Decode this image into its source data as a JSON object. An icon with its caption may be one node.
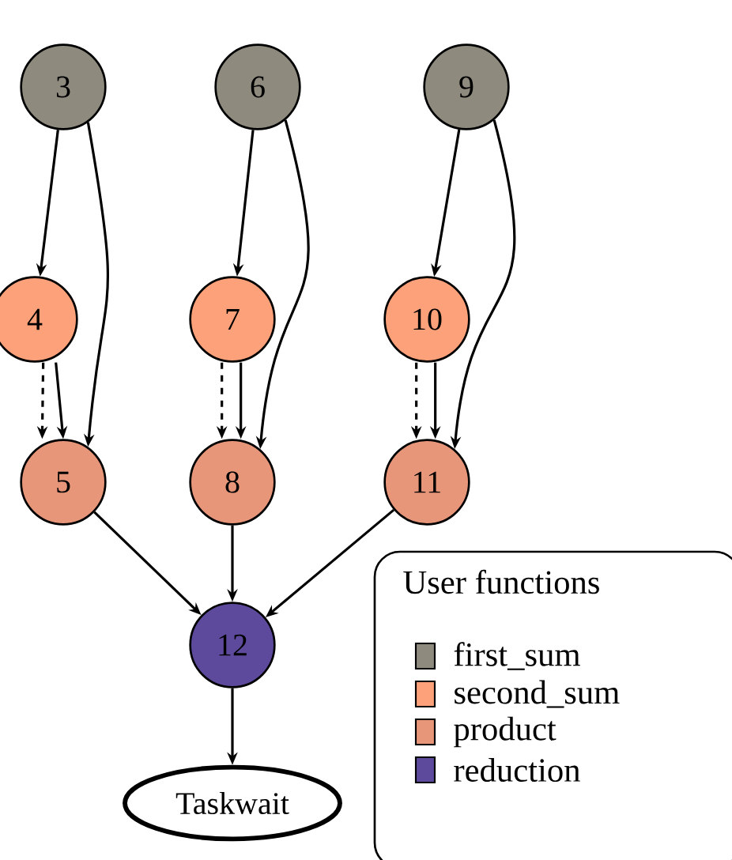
{
  "diagram": {
    "nodes": [
      {
        "text": [
          "3"
        ]
      },
      {
        "text": [
          "6"
        ]
      },
      {
        "text": [
          "9"
        ]
      },
      {
        "text": [
          "4"
        ]
      },
      {
        "text": [
          "7"
        ]
      },
      {
        "text": [
          "10"
        ]
      },
      {
        "text": [
          "5"
        ]
      },
      {
        "text": [
          "8"
        ]
      },
      {
        "text": [
          "11"
        ]
      },
      {
        "text": [
          "12"
        ]
      },
      {
        "text": [
          "Taskwait"
        ]
      }
    ],
    "edges": [
      {
        "from": 0,
        "to": 3,
        "arrow": "to"
      },
      {
        "from": 0,
        "to": 6,
        "arrow": "to"
      },
      {
        "from": 3,
        "to": 6,
        "arrow": "to",
        "style": "dashed"
      },
      {
        "from": 3,
        "to": 6,
        "arrow": "to"
      },
      {
        "from": 1,
        "to": 4,
        "arrow": "to"
      },
      {
        "from": 1,
        "to": 7,
        "arrow": "to"
      },
      {
        "from": 4,
        "to": 7,
        "arrow": "to",
        "style": "dashed"
      },
      {
        "from": 4,
        "to": 7,
        "arrow": "to"
      },
      {
        "from": 2,
        "to": 5,
        "arrow": "to"
      },
      {
        "from": 2,
        "to": 8,
        "arrow": "to"
      },
      {
        "from": 5,
        "to": 8,
        "arrow": "to",
        "style": "dashed"
      },
      {
        "from": 5,
        "to": 8,
        "arrow": "to"
      },
      {
        "from": 6,
        "to": 9,
        "arrow": "to"
      },
      {
        "from": 7,
        "to": 9,
        "arrow": "to"
      },
      {
        "from": 8,
        "to": 9,
        "arrow": "to"
      },
      {
        "from": 9,
        "to": 10,
        "arrow": "to"
      }
    ],
    "labels": [
      "User functions"
    ],
    "legend": [
      {
        "text": "first_sum",
        "color": "#8e8a7e"
      },
      {
        "text": "second_sum",
        "color": "#fda17b"
      },
      {
        "text": "product",
        "color": "#e8967a"
      },
      {
        "text": "reduction",
        "color": "#5e4a9c"
      }
    ]
  }
}
